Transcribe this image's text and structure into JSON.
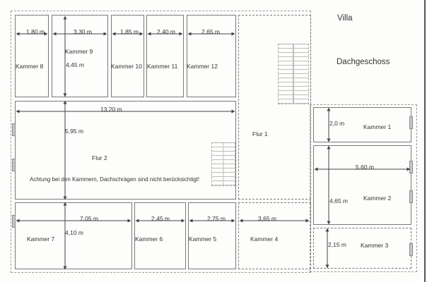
{
  "header": {
    "title": "Villa",
    "subtitle": "Dachgeschoss"
  },
  "note": "Achtung bei den Kammern, Dachschrägen sind nicht berücksichtigt!",
  "rooms": {
    "kammer1": {
      "label": "Kammer 1",
      "height_dim": "2,0 m"
    },
    "kammer2": {
      "label": "Kammer 2",
      "width_dim": "5,60 m",
      "height_dim": "4,65 m"
    },
    "kammer3": {
      "label": "Kammer 3",
      "height_dim": "2,15 m"
    },
    "kammer4": {
      "label": "Kammer 4",
      "width_dim": "3,65 m"
    },
    "kammer5": {
      "label": "Kammer 5",
      "width_dim": "2,75 m"
    },
    "kammer6": {
      "label": "Kammer 6",
      "width_dim": "2,45 m"
    },
    "kammer7": {
      "label": "Kammer 7",
      "width_dim": "7,05 m",
      "height_dim": "4,10 m"
    },
    "kammer8": {
      "label": "Kammer 8",
      "width_dim": "1,80 m"
    },
    "kammer9": {
      "label": "Kammer 9",
      "width_dim": "3,30 m",
      "height_dim": "4,45 m"
    },
    "kammer10": {
      "label": "Kammer 10",
      "width_dim": "1,85 m"
    },
    "kammer11": {
      "label": "Kammer 11",
      "width_dim": "2,40 m"
    },
    "kammer12": {
      "label": "Kammer 12",
      "width_dim": "2,65 m"
    },
    "flur1": {
      "label": "Flur 1"
    },
    "flur2": {
      "label": "Flur 2",
      "width_dim": "13,20 m",
      "height_dim": "5,95 m"
    }
  },
  "colors": {
    "wall": "#7a7a7a",
    "dimension_line": "#444444",
    "text": "#333333"
  }
}
